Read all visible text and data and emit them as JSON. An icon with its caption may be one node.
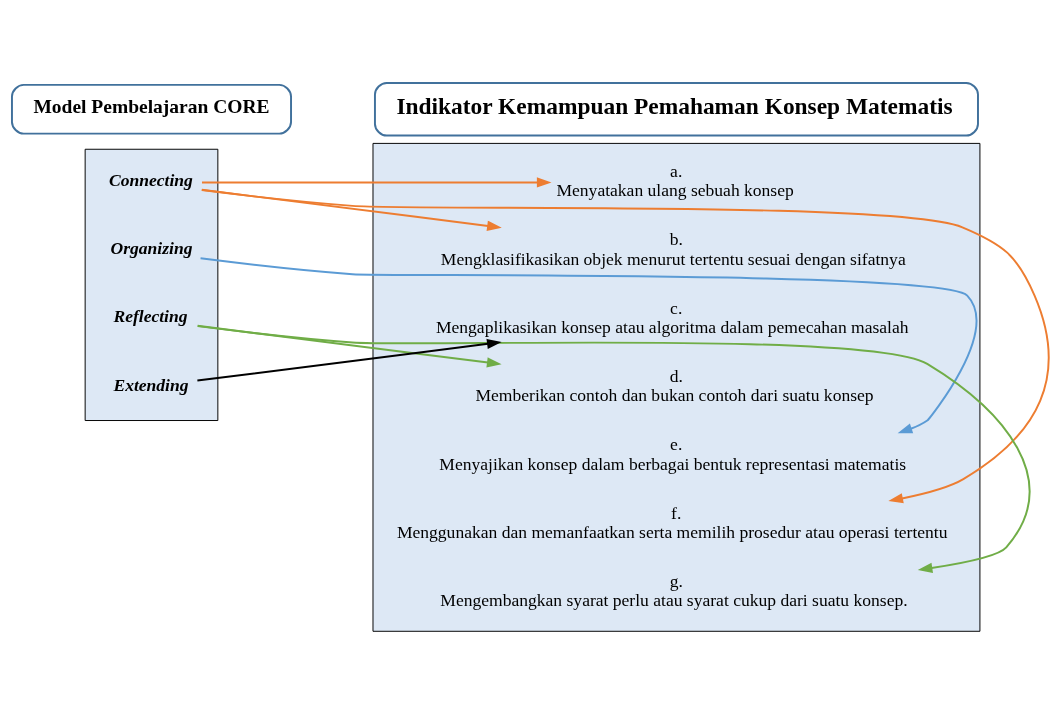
{
  "diagram": {
    "nodes": [
      {
        "text": [
          "Model Pembelajaran CORE"
        ]
      },
      {
        "text": [
          "Indikator Kemampuan Pemahaman Konsep Matematis"
        ]
      },
      {
        "text": [],
        "shape": "box"
      },
      {
        "text": [
          "Connecting"
        ],
        "in": 2
      },
      {
        "text": [
          "Organizing"
        ],
        "in": 2
      },
      {
        "text": [
          "Reflecting"
        ],
        "in": 2
      },
      {
        "text": [
          "Extending"
        ],
        "in": 2
      },
      {
        "text": [],
        "shape": "box"
      },
      {
        "text": [
          "a.",
          "Menyatakan ulang sebuah konsep"
        ],
        "in": 7
      },
      {
        "text": [
          "b.",
          "Mengklasifikasikan objek menurut tertentu sesuai dengan sifatnya"
        ],
        "in": 7
      },
      {
        "text": [
          "c.",
          "Mengaplikasikan konsep atau algoritma dalam pemecahan masalah"
        ],
        "in": 7
      },
      {
        "text": [
          "d.",
          "Memberikan contoh dan bukan contoh dari suatu konsep"
        ],
        "in": 7
      },
      {
        "text": [
          "e.",
          "Menyajikan konsep dalam berbagai bentuk representasi matematis"
        ],
        "in": 7
      },
      {
        "text": [
          "f.",
          "Menggunakan dan memanfaatkan serta memilih prosedur atau operasi tertentu"
        ],
        "in": 7
      },
      {
        "text": [
          "g.",
          "Mengembangkan syarat perlu atau syarat cukup dari suatu konsep."
        ],
        "in": 7
      }
    ],
    "edges": [
      {
        "from": 3,
        "to": 8,
        "arrow": "to",
        "color": "#ed7d31"
      },
      {
        "from": 3,
        "to": 9,
        "arrow": "to",
        "color": "#ed7d31"
      },
      {
        "from": 3,
        "to": 13,
        "arrow": "to",
        "color": "#ed7d31"
      },
      {
        "from": 4,
        "to": 12,
        "arrow": "to",
        "color": "#5b9bd5"
      },
      {
        "from": 5,
        "to": 11,
        "arrow": "to",
        "color": "#70ad47"
      },
      {
        "from": 5,
        "to": 14,
        "arrow": "to",
        "color": "#70ad47"
      },
      {
        "from": 6,
        "to": 10,
        "arrow": "to",
        "color": "#000000"
      }
    ]
  }
}
